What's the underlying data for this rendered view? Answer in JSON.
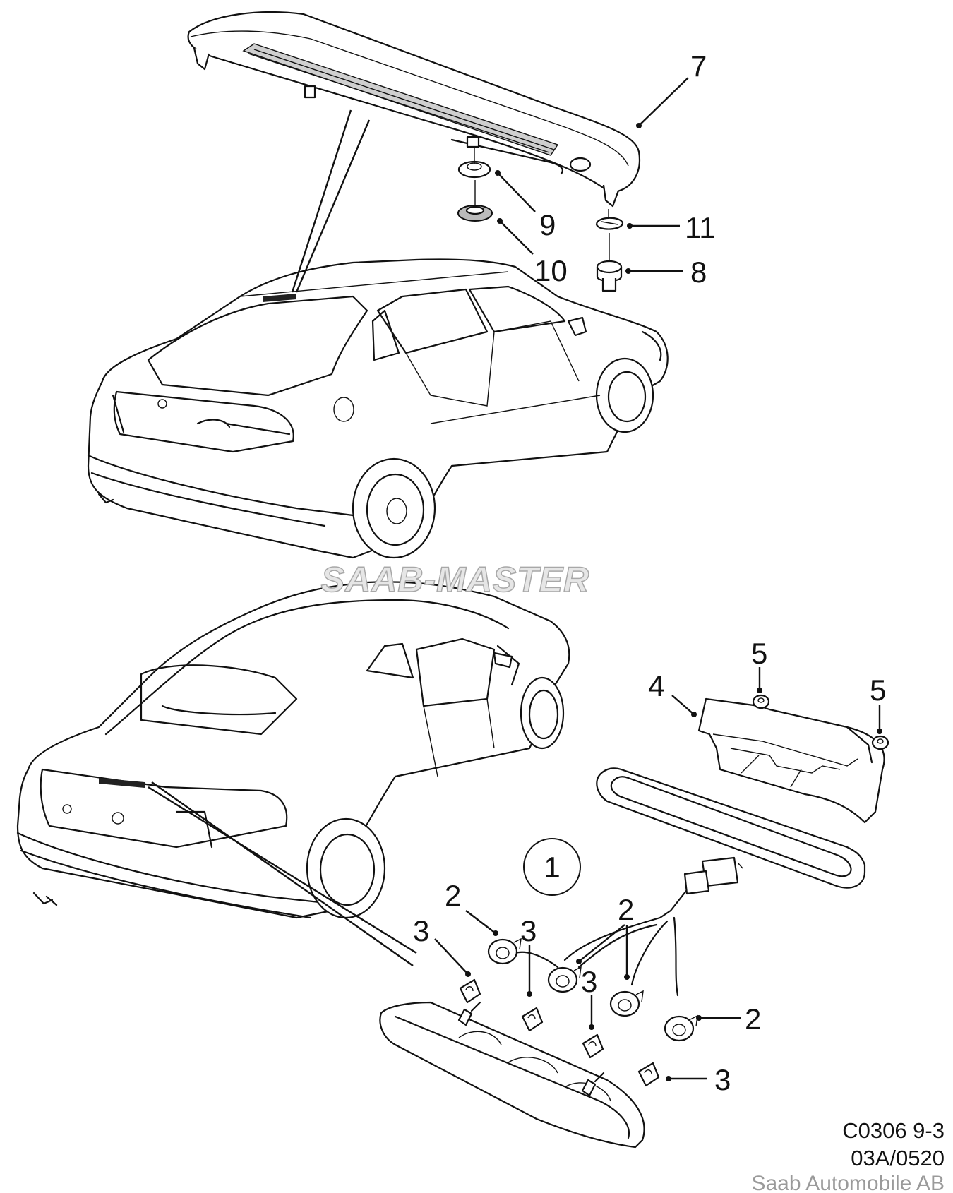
{
  "watermark": "SAAB-MASTER",
  "group_marker": "1",
  "callouts": {
    "c7": "7",
    "c9": "9",
    "c10": "10",
    "c11": "11",
    "c8": "8",
    "c5a": "5",
    "c5b": "5",
    "c4": "4",
    "c2a": "2",
    "c2b": "2",
    "c2c": "2",
    "c3a": "3",
    "c3b": "3",
    "c3c": "3",
    "c3d": "3"
  },
  "footer": {
    "code": "C0306 9-3",
    "ref": "03A/0520",
    "publisher": "Saab Automobile AB"
  },
  "colors": {
    "line": "#111111",
    "watermark_fill": "#e6e6e6",
    "publisher_text": "#9a9a9a"
  }
}
